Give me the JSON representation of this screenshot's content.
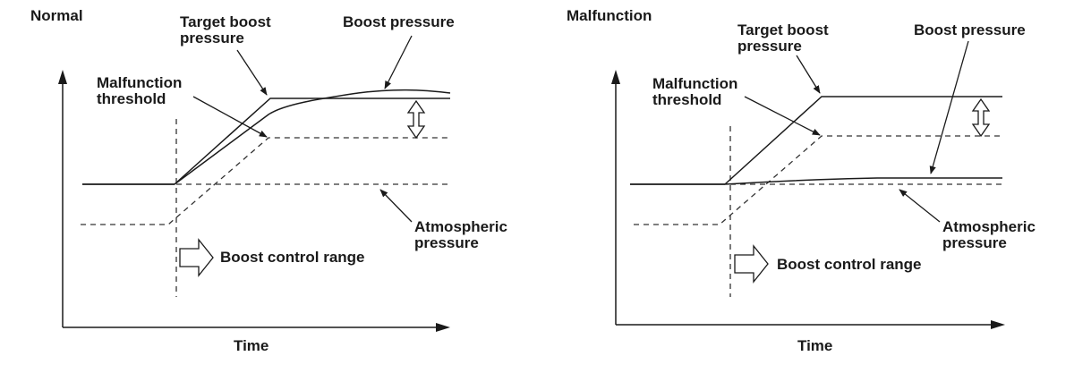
{
  "panels": [
    {
      "title": "Normal",
      "time_label": "Time",
      "labels": {
        "target_boost": "Target boost\npressure",
        "boost_pressure": "Boost pressure",
        "malfunction_threshold": "Malfunction\nthreshold",
        "atmospheric": "Atmospheric\npressure",
        "boost_control_range": "Boost control range"
      },
      "boost_state": "normal"
    },
    {
      "title": "Malfunction",
      "time_label": "Time",
      "labels": {
        "target_boost": "Target boost\npressure",
        "boost_pressure": "Boost pressure",
        "malfunction_threshold": "Malfunction\nthreshold",
        "atmospheric": "Atmospheric\npressure",
        "boost_control_range": "Boost control range"
      },
      "boost_state": "malfunction"
    }
  ],
  "colors": {
    "line": "#1a1a1a",
    "dash": "#333333"
  }
}
